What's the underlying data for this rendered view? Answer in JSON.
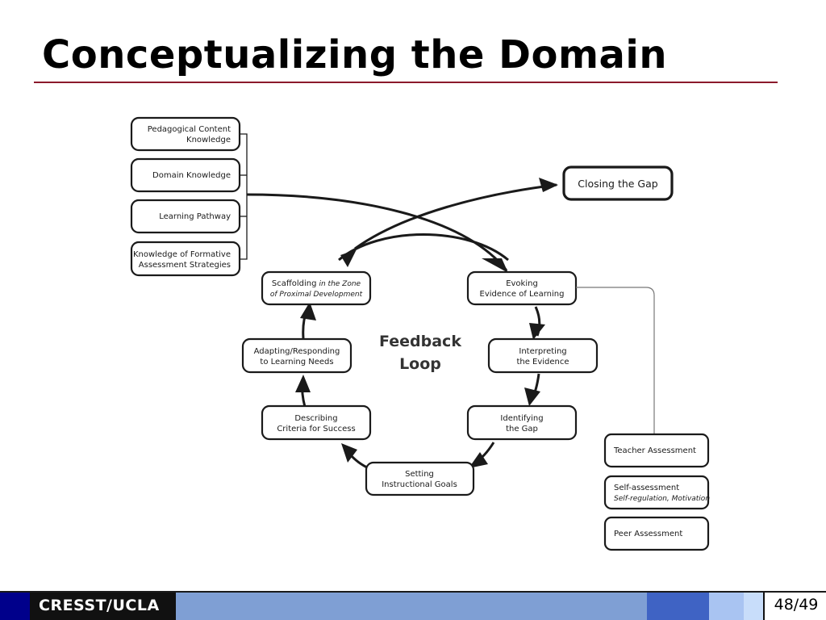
{
  "slide": {
    "title": "Conceptualizing the Domain"
  },
  "knowledge_boxes": {
    "pck_1": "Pedagogical Content",
    "pck_2": "Knowledge",
    "domain": "Domain Knowledge",
    "pathway": "Learning Pathway",
    "formative_1": "Knowledge of Formative",
    "formative_2": "Assessment Strategies"
  },
  "closing_gap": "Closing the Gap",
  "feedback_loop": {
    "title_line1": "Feedback",
    "title_line2": "Loop",
    "evoking_1": "Evoking",
    "evoking_2": "Evidence of Learning",
    "interpreting_1": "Interpreting",
    "interpreting_2": "the Evidence",
    "identifying_1": "Identifying",
    "identifying_2": "the Gap",
    "setting_1": "Setting",
    "setting_2": "Instructional Goals",
    "describing_1": "Describing",
    "describing_2": "Criteria for Success",
    "adapting_1": "Adapting/Responding",
    "adapting_2": "to Learning Needs",
    "scaffolding_1": "Scaffolding",
    "scaffolding_1_italic": "in the Zone",
    "scaffolding_2_italic": "of Proximal Development"
  },
  "assessment_boxes": {
    "teacher": "Teacher Assessment",
    "self": "Self-assessment",
    "self_sub": "Self-regulation, Motivation",
    "peer": "Peer Assessment"
  },
  "footer": {
    "label": "CRESST/UCLA",
    "page": "48/49"
  },
  "colors": {
    "title_rule": "#8b1a2b",
    "footer_dark_blue": "#00008b",
    "footer_black": "#111111",
    "footer_mid_blue": "#7f9fd4",
    "footer_royal_blue": "#3f63c4",
    "footer_light_blue": "#a9c4f2",
    "footer_pale_blue": "#c8ddfa"
  }
}
